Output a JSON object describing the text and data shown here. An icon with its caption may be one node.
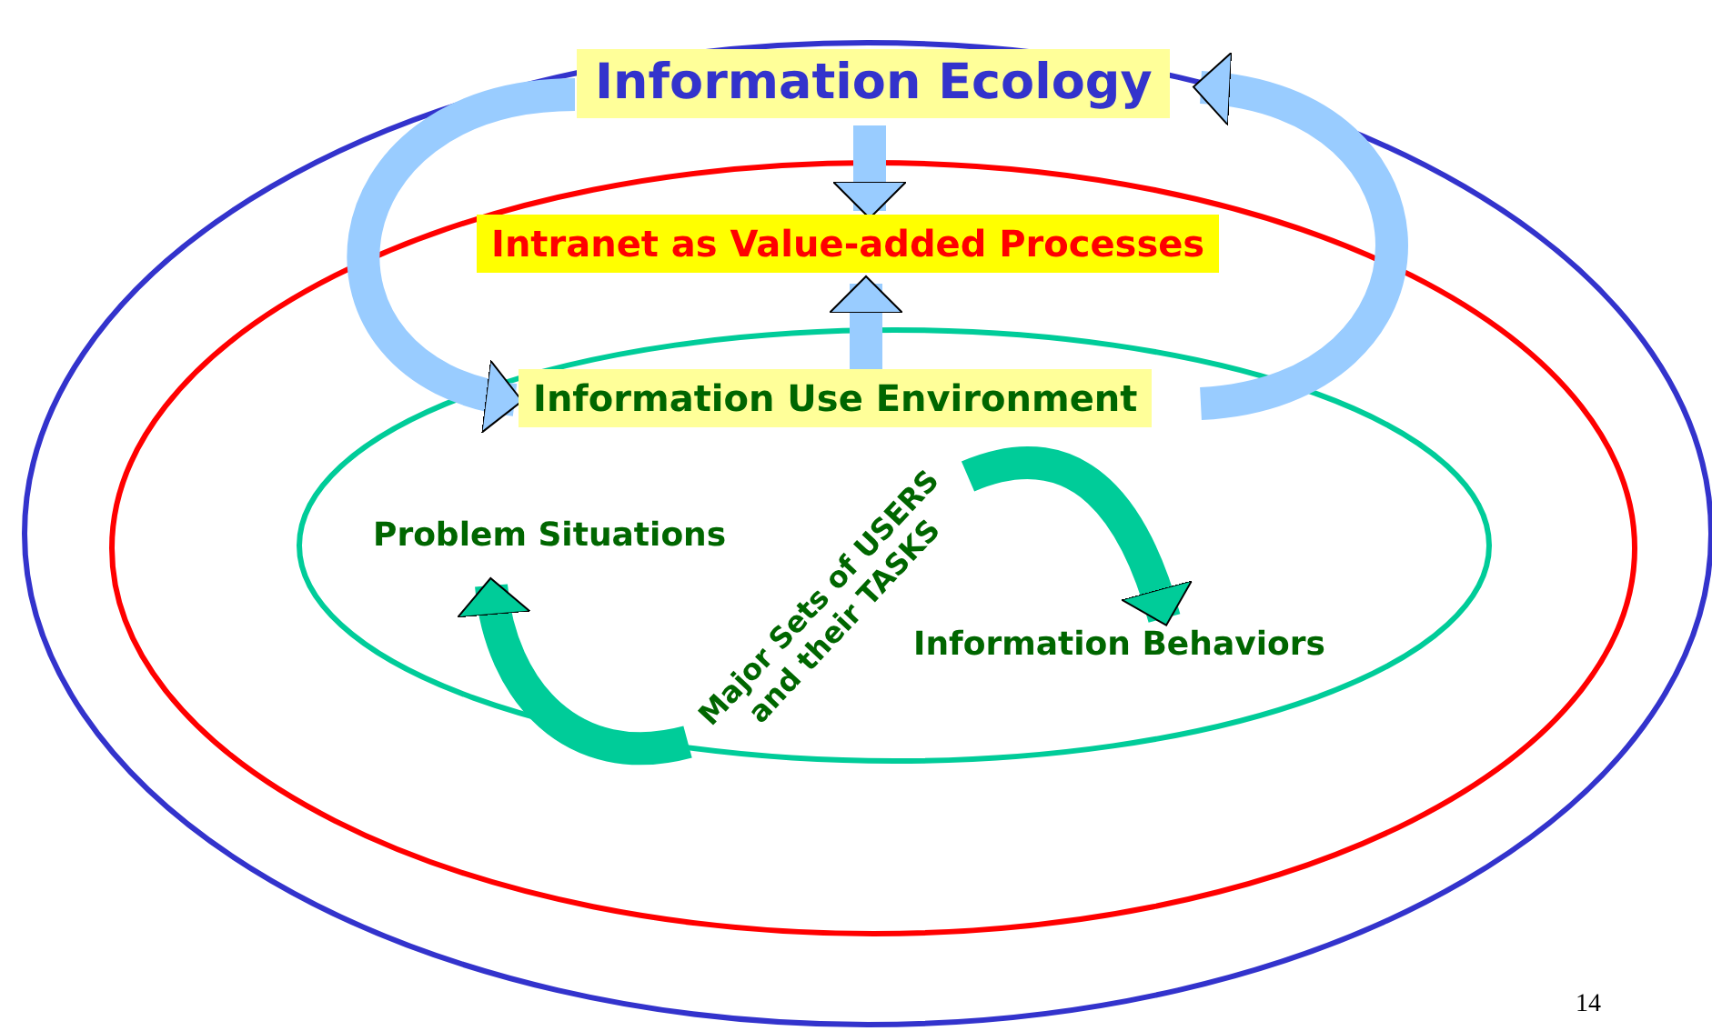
{
  "diagram": {
    "nodes": [
      {
        "text": [],
        "shape": "ellipse"
      },
      {
        "text": [],
        "shape": "ellipse",
        "in": 0
      },
      {
        "text": [],
        "shape": "ellipse",
        "in": 1
      },
      {
        "text": [
          "Information Ecology"
        ],
        "in": 0
      },
      {
        "text": [
          "Intranet as Value-added Processes"
        ],
        "in": 1
      },
      {
        "text": [
          "Information Use Environment"
        ],
        "in": 2
      },
      {
        "text": [
          "Problem Situations"
        ],
        "in": 2
      },
      {
        "text": [
          "Major Sets of USERS and their TASKS"
        ],
        "in": 2
      },
      {
        "text": [
          "Information Behaviors"
        ],
        "in": 2
      }
    ],
    "edges": [
      {
        "from": 3,
        "to": 4,
        "arrow": "to"
      },
      {
        "from": 5,
        "to": 4,
        "arrow": "to"
      },
      {
        "from": 3,
        "to": 5,
        "arrow": "to"
      },
      {
        "from": 5,
        "to": 3,
        "arrow": "to"
      },
      {
        "from": 7,
        "to": 8,
        "arrow": "to",
        "color": "#00cc99"
      },
      {
        "from": 7,
        "to": 6,
        "arrow": "to",
        "color": "#00cc99"
      }
    ],
    "labels": [
      "14"
    ]
  }
}
